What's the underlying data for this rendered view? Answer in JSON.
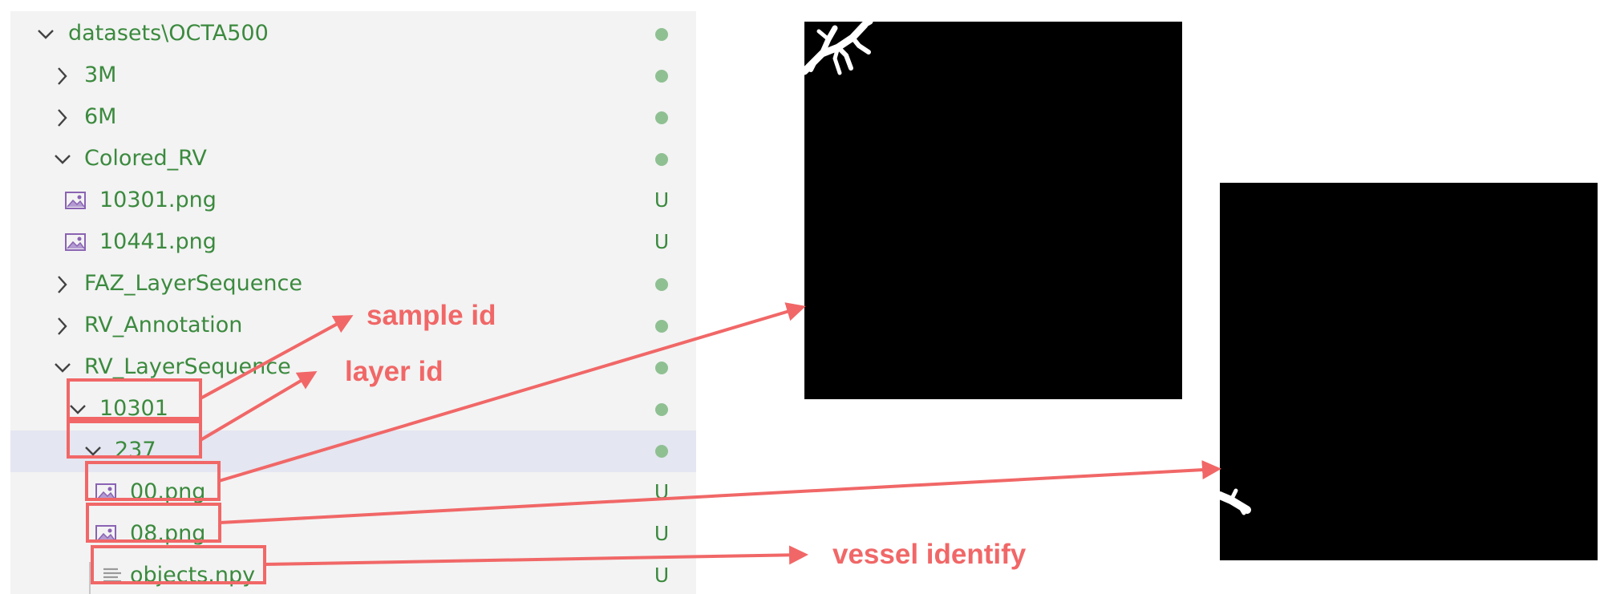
{
  "explorer": {
    "items": [
      {
        "label": "datasets\\OCTA500",
        "status": "dot",
        "chevron": "down",
        "icon": "none"
      },
      {
        "label": "3M",
        "status": "dot",
        "chevron": "right",
        "icon": "none"
      },
      {
        "label": "6M",
        "status": "dot",
        "chevron": "right",
        "icon": "none"
      },
      {
        "label": "Colored_RV",
        "status": "dot",
        "chevron": "down",
        "icon": "none"
      },
      {
        "label": "10301.png",
        "status": "U",
        "chevron": "none",
        "icon": "image-file-icon"
      },
      {
        "label": "10441.png",
        "status": "U",
        "chevron": "none",
        "icon": "image-file-icon"
      },
      {
        "label": "FAZ_LayerSequence",
        "status": "dot",
        "chevron": "right",
        "icon": "none"
      },
      {
        "label": "RV_Annotation",
        "status": "dot",
        "chevron": "right",
        "icon": "none"
      },
      {
        "label": "RV_LayerSequence",
        "status": "dot",
        "chevron": "down",
        "icon": "none"
      },
      {
        "label": "10301",
        "status": "dot",
        "chevron": "down",
        "icon": "none"
      },
      {
        "label": "237",
        "status": "dot",
        "chevron": "down",
        "icon": "none",
        "selected": true
      },
      {
        "label": "00.png",
        "status": "U",
        "chevron": "none",
        "icon": "image-file-icon"
      },
      {
        "label": "08.png",
        "status": "U",
        "chevron": "none",
        "icon": "image-file-icon"
      },
      {
        "label": "objects.npy",
        "status": "U",
        "chevron": "none",
        "icon": "text-file-icon"
      }
    ]
  },
  "annotations": {
    "sample_id": "sample id",
    "layer_id": "layer id",
    "vessel_identify": "vessel identify"
  },
  "colors": {
    "tree_text": "#3b8a3e",
    "status_dot": "#8fc092",
    "annotation": "#f16767",
    "selected_row": "#e4e6f1",
    "image_icon": "#8a63b3"
  }
}
